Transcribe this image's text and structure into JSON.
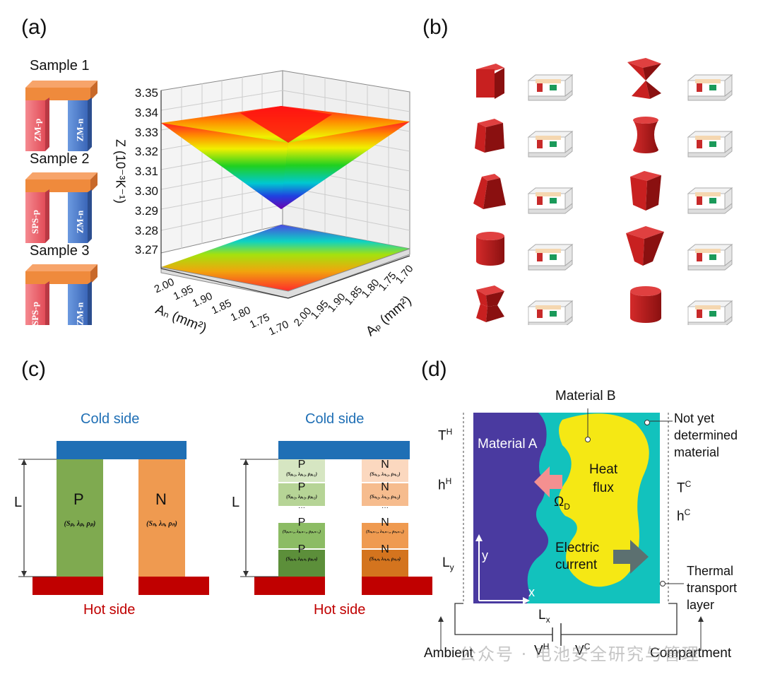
{
  "panels": {
    "a": {
      "label": "(a)",
      "samples": [
        {
          "title": "Sample 1",
          "p_leg": "ZM-p",
          "n_leg": "ZM-n"
        },
        {
          "title": "Sample 2",
          "p_leg": "SPS-p",
          "n_leg": "ZM-n"
        },
        {
          "title": "Sample 3",
          "p_leg": "SPS-p",
          "n_leg": "ZM-n"
        }
      ],
      "surface_plot": {
        "z_ticks": [
          "3.35",
          "3.34",
          "3.33",
          "3.32",
          "3.31",
          "3.30",
          "3.29",
          "3.28",
          "3.27"
        ],
        "z_label": "Z (10⁻³K⁻¹)",
        "an_ticks": [
          "2.00",
          "1.95",
          "1.90",
          "1.85",
          "1.80",
          "1.75",
          "1.70"
        ],
        "an_label": "Aₙ (mm²)",
        "ap_ticks": [
          "1.70",
          "1.75",
          "1.80",
          "1.85",
          "1.90",
          "1.95",
          "2.00"
        ],
        "ap_label": "Aₚ (mm²)"
      }
    },
    "b": {
      "label": "(b)"
    },
    "c": {
      "label": "(c)",
      "cold": "Cold side",
      "hot": "Hot side",
      "length": "L",
      "left": {
        "p": "P",
        "n": "N",
        "p_props": "(Sₚ, λₚ, ρₚ)",
        "n_props": "(Sₙ, λₙ, ρₙ)"
      },
      "right": {
        "p": "P",
        "n": "N",
        "dots": "···",
        "p_props": [
          "(Sₚ,₁, λₚ,₁, ρₚ,₁)",
          "(Sₚ,₂, λₚ,₂, ρₚ,₂)",
          "(Sₚ,ₙ₋₁, λₚ,ₙ₋₁, ρₚ,ₙ₋₁)",
          "(Sₚ,ₙ, λₚ,ₙ, ρₚ,ₙ)"
        ],
        "n_props": [
          "(Sₙ,₁, λₙ,₁, ρₙ,₁)",
          "(Sₙ,₂, λₙ,₂, ρₙ,₂)",
          "(Sₙ,ₙ₋₁, λₙ,ₙ₋₁, ρₙ,ₙ₋₁)",
          "(Sₙ,ₙ, λₙ,ₙ, ρₙ,ₙ)"
        ]
      }
    },
    "d": {
      "label": "(d)",
      "material_b": "Material B",
      "material_a": "Material A",
      "not_yet": [
        "Not yet",
        "determined",
        "material"
      ],
      "heat": [
        "Heat",
        "flux"
      ],
      "omega": "Ω",
      "omega_sub": "D",
      "electric": [
        "Electric",
        "current"
      ],
      "th": "T",
      "th_sup": "H",
      "hh": "h",
      "hh_sup": "H",
      "tc": "T",
      "tc_sup": "C",
      "hc": "h",
      "hc_sup": "C",
      "ly": "L",
      "ly_sub": "y",
      "lx": "L",
      "lx_sub": "x",
      "y_axis": "y",
      "x_axis": "x",
      "thermal": [
        "Thermal",
        "transport",
        "layer"
      ],
      "ambient": "Ambient",
      "vh": "V",
      "vh_sup": "H",
      "vc": "V",
      "vc_sup": "C",
      "compartment": "Compartment"
    }
  },
  "watermark": "公众号 · 电池安全研究与管理",
  "colors": {
    "p_leg": "#f26b74",
    "n_leg": "#4a7fd0",
    "electrode": "#f08a3c",
    "cold": "#1f6fb5",
    "hot": "#c00000",
    "p_block": "#7faa50",
    "n_block": "#ef9a50",
    "material_a": "#4a3aa0",
    "teal": "#12c2bd",
    "yellow": "#f5e814"
  }
}
